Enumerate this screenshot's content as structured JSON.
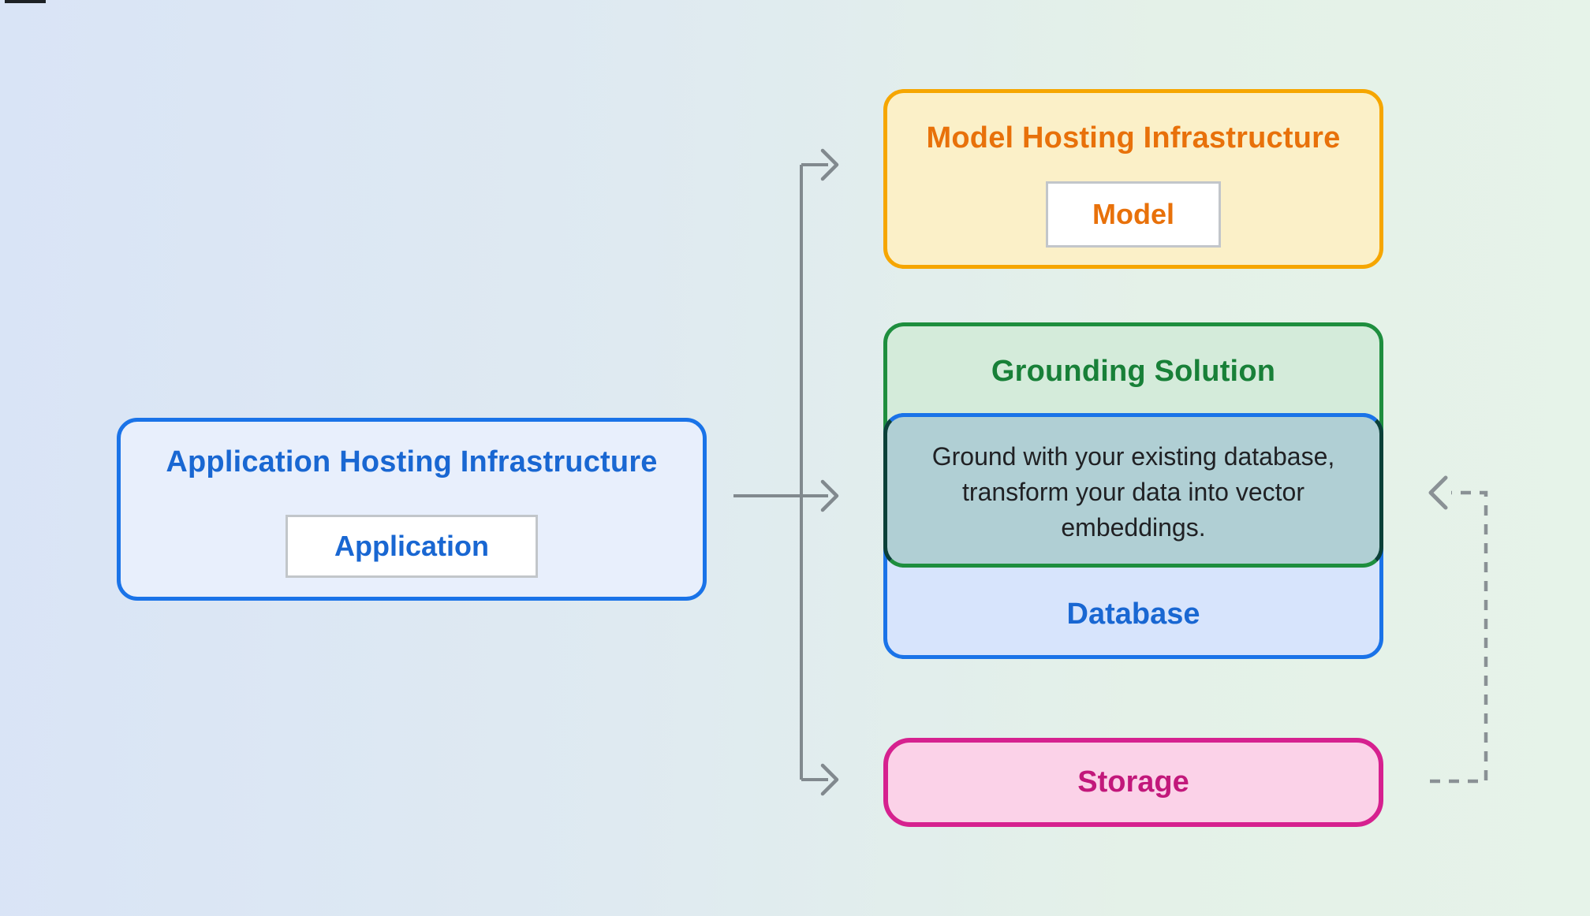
{
  "page": {
    "background_left_color": "#D9E4F6",
    "background_right_color": "#E6F3E9"
  },
  "boxes": {
    "application_hosting": {
      "title": "Application Hosting Infrastructure",
      "chip_label": "Application",
      "border_color": "#1A73E8",
      "fill_color": "#E8EFFC",
      "text_color": "#1967D2"
    },
    "model_hosting": {
      "title": "Model Hosting Infrastructure",
      "chip_label": "Model",
      "border_color": "#F6A600",
      "fill_color": "#FBF0C8",
      "text_color": "#E8710A"
    },
    "grounding_solution": {
      "title": "Grounding Solution",
      "description": "Ground with your existing database, transform your data into vector embeddings.",
      "border_color": "#1E8E3E",
      "fill_color": "#D4EBDA",
      "text_color": "#188038",
      "overlap_fill_color": "#B0CFD4",
      "description_text_color": "#202124"
    },
    "database": {
      "label": "Database",
      "border_color": "#1A73E8",
      "fill_color": "#D7E4FC",
      "text_color": "#1967D2"
    },
    "storage": {
      "label": "Storage",
      "border_color": "#D6218F",
      "fill_color": "#FBD2E8",
      "text_color": "#C2187B"
    }
  },
  "connectors": {
    "solid_color": "#81898E",
    "dashed_color": "#8A9195",
    "items": [
      {
        "id": "app-to-model",
        "style": "solid",
        "from": "Application Hosting Infrastructure",
        "to": "Model Hosting Infrastructure"
      },
      {
        "id": "app-to-grounding",
        "style": "solid",
        "from": "Application Hosting Infrastructure",
        "to": "Grounding Solution"
      },
      {
        "id": "app-to-storage",
        "style": "solid",
        "from": "Application Hosting Infrastructure",
        "to": "Storage"
      },
      {
        "id": "storage-to-database",
        "style": "dashed",
        "from": "Storage",
        "to": "Database"
      }
    ]
  }
}
